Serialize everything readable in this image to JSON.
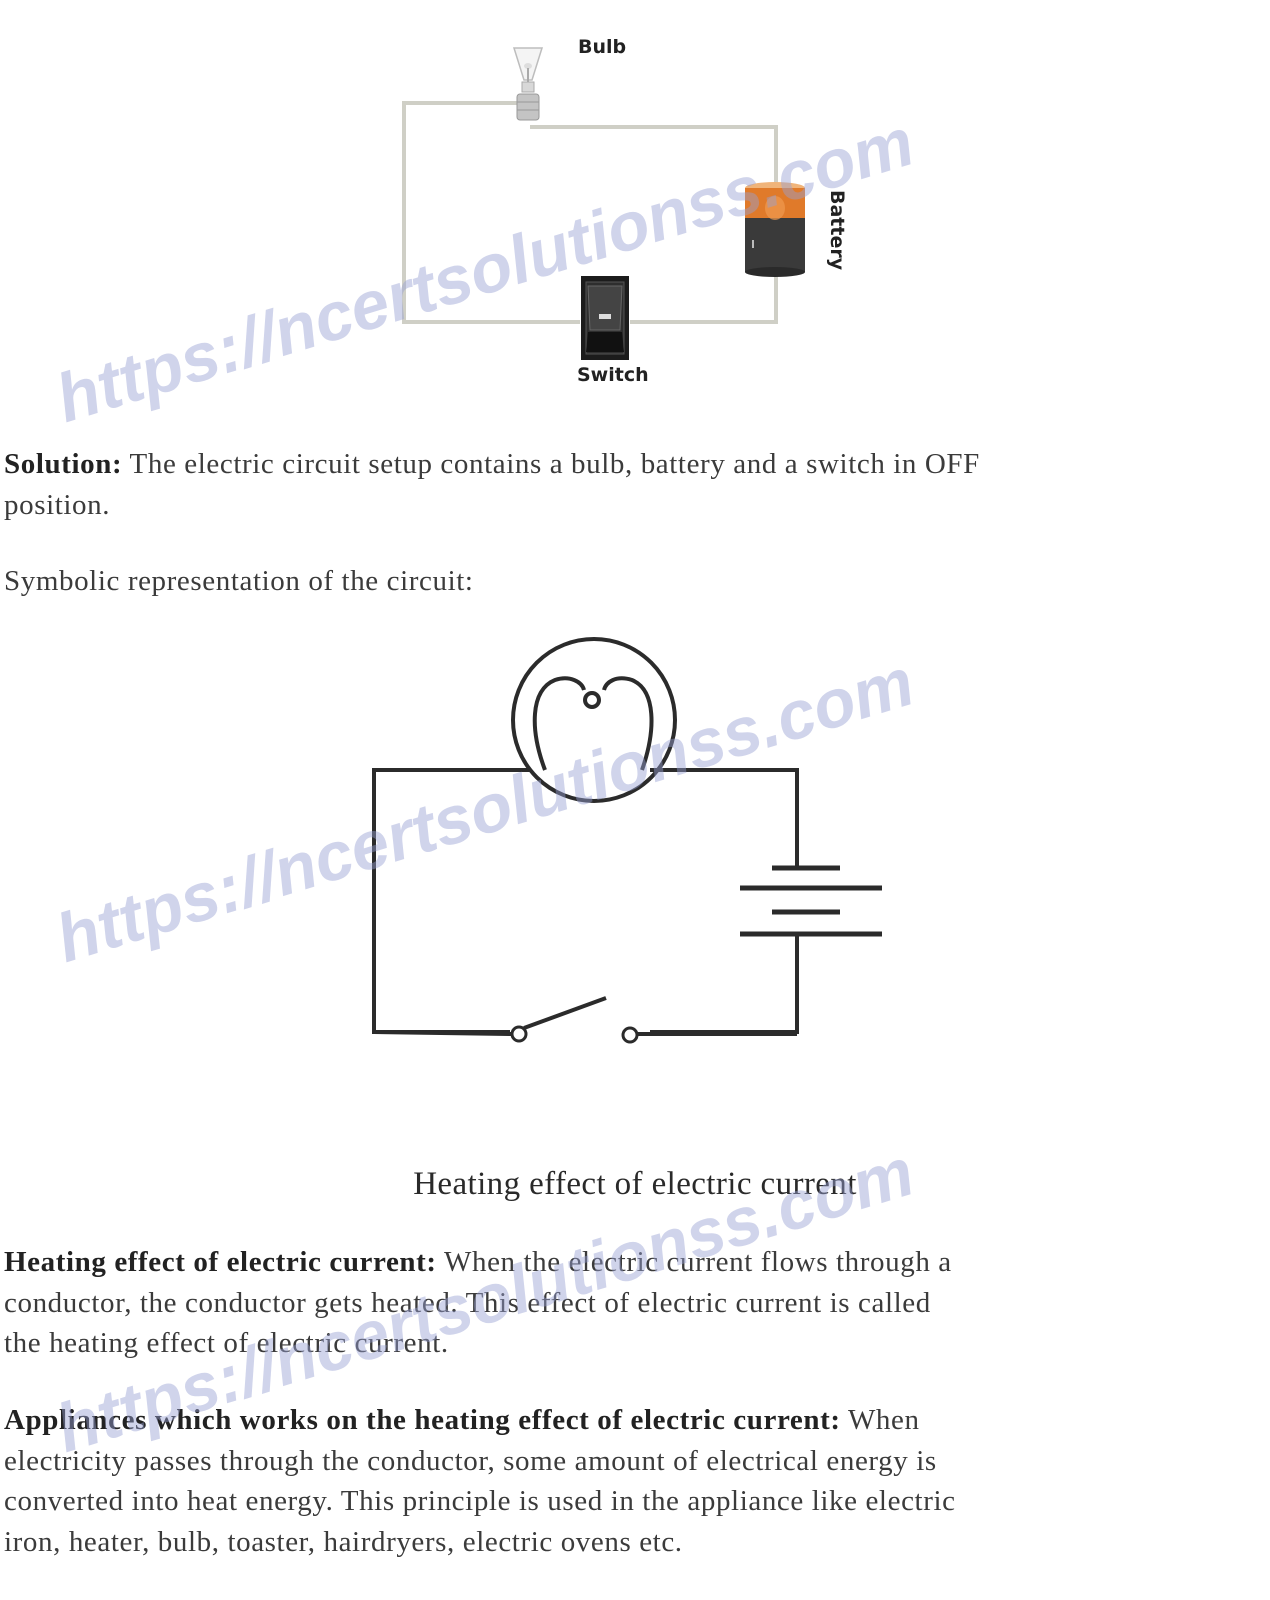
{
  "pictorial_circuit": {
    "labels": {
      "bulb": "Bulb",
      "battery": "Battery",
      "switch": "Switch"
    },
    "colors": {
      "wire": "#c8c8c0",
      "battery_top": "#e07a2a",
      "battery_body": "#333333",
      "switch_body": "#1e1e1e"
    }
  },
  "solution": {
    "label": "Solution:",
    "line1": " The electric circuit setup contains a bulb, battery and a switch in OFF",
    "line2": "position."
  },
  "symbolic_intro": "Symbolic representation of the circuit:",
  "symbolic_circuit": {
    "components": [
      "bulb",
      "battery (2 cells)",
      "open switch"
    ],
    "switch_state": "OFF"
  },
  "section_heading": "Heating effect of electric current",
  "heating_effect": {
    "label": "Heating effect of electric current:",
    "line1": " When the electric current flows through a",
    "line2": "conductor, the conductor gets heated. This effect of electric current is called",
    "line3": "the heating effect of electric current."
  },
  "appliances": {
    "label": "Appliances which works on the heating effect of electric current:",
    "line1": " When",
    "line2": "electricity passes through the conductor, some amount of electrical energy is",
    "line3": "converted into heat energy. This principle is used in the appliance like electric",
    "line4": "iron, heater, bulb, toaster, hairdryers, electric ovens etc."
  },
  "watermark": "https://ncertsolutionss.com"
}
